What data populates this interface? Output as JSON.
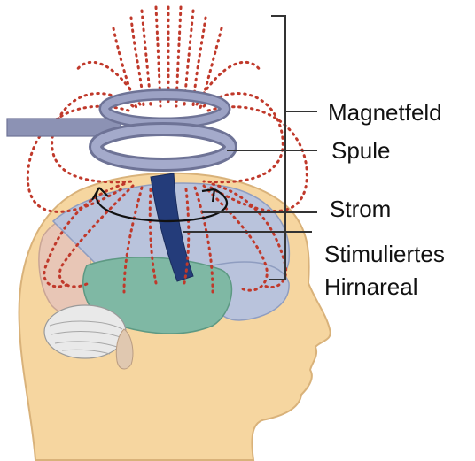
{
  "labels": {
    "magnetfeld": "Magnetfeld",
    "spule": "Spule",
    "strom": "Strom",
    "stimuliertes": "Stimuliertes",
    "hirnareal": "Hirnareal"
  },
  "colors": {
    "skin": "#f6d6a0",
    "skin_outline": "#d9b27a",
    "brain_lobe": "#b9c3dc",
    "brain_outline": "#8f9dc0",
    "temporal_lobe": "#7fb8a4",
    "frontal_lobe": "#e8c6b6",
    "cerebellum": "#e9e9e9",
    "coil": "#8c92b4",
    "field_dots": "#c0392b",
    "stimulated_area": "#243c7a",
    "leader_lines": "#333333"
  },
  "icons": {
    "coil": "coil-icon",
    "head": "head-icon",
    "current_arrow": "curved-arrow-icon"
  }
}
